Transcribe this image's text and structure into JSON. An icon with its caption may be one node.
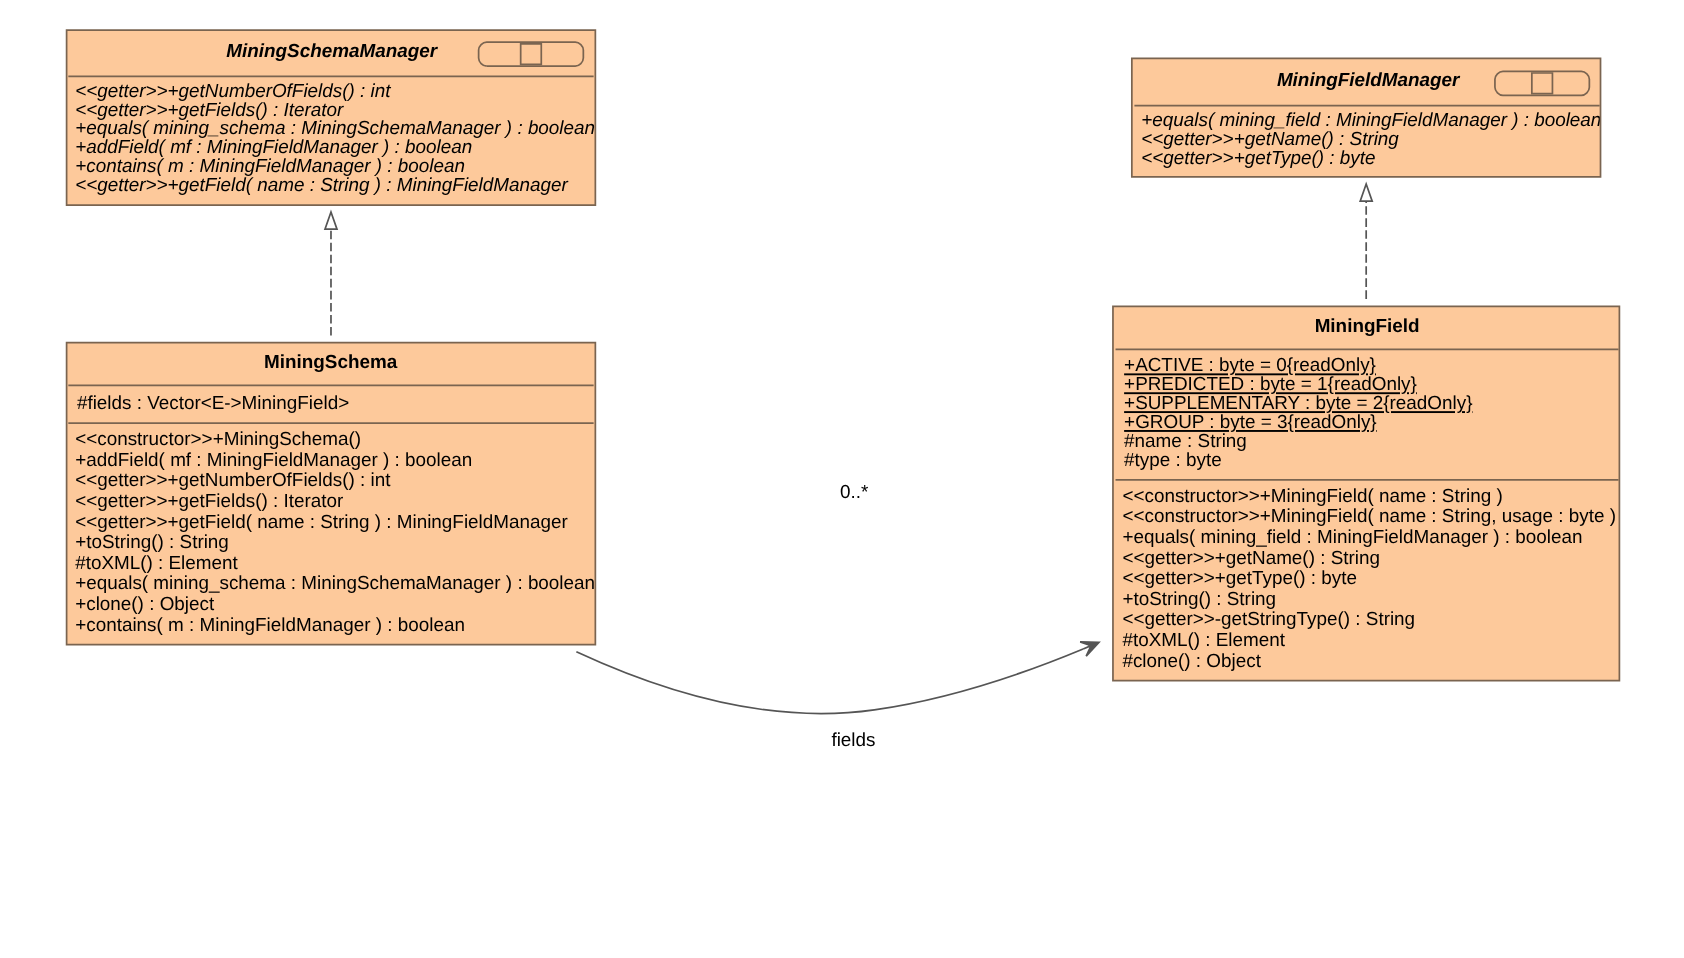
{
  "diagram": {
    "nodes": [
      {
        "text": [
          "MiningSchemaManager",
          "<<getter>>+getNumberOfFields() : int",
          "<<getter>>+getFields() : Iterator",
          "+equals( mining_schema : MiningSchemaManager ) : boolean",
          "+addField( mf : MiningFieldManager ) : boolean",
          "+contains( m : MiningFieldManager ) : boolean",
          "<<getter>>+getField( name : String ) : MiningFieldManager"
        ]
      },
      {
        "text": [
          "MiningFieldManager",
          "+equals( mining_field : MiningFieldManager ) : boolean",
          "<<getter>>+getName() : String",
          "<<getter>>+getType() : byte"
        ]
      },
      {
        "text": [
          "MiningSchema",
          "#fields : Vector<E->MiningField>",
          "<<constructor>>+MiningSchema()",
          "+addField( mf : MiningFieldManager ) : boolean",
          "<<getter>>+getNumberOfFields() : int",
          "<<getter>>+getFields() : Iterator",
          "<<getter>>+getField( name : String ) : MiningFieldManager",
          "+toString() : String",
          "#toXML() : Element",
          "+equals( mining_schema : MiningSchemaManager ) : boolean",
          "+clone() : Object",
          "+contains( m : MiningFieldManager ) : boolean"
        ]
      },
      {
        "text": [
          "MiningField",
          "+ACTIVE : byte = 0{readOnly}",
          "+PREDICTED : byte = 1{readOnly}",
          "+SUPPLEMENTARY : byte = 2{readOnly}",
          "+GROUP : byte = 3{readOnly}",
          "#name : String",
          "#type : byte",
          "<<constructor>>+MiningField( name : String )",
          "<<constructor>>+MiningField( name : String, usage : byte )",
          "+equals( mining_field : MiningFieldManager ) : boolean",
          "<<getter>>+getName() : String",
          "<<getter>>+getType() : byte",
          "+toString() : String",
          "<<getter>>-getStringType() : String",
          "#toXML() : Element",
          "#clone() : Object"
        ]
      }
    ],
    "edges": [
      {
        "from": 2,
        "to": 0,
        "arrow": "to",
        "style": "dashed"
      },
      {
        "from": 3,
        "to": 1,
        "arrow": "to",
        "style": "dashed"
      },
      {
        "from": 2,
        "to": 3,
        "arrow": "to",
        "label": "fields"
      }
    ],
    "labels": [
      "0..*"
    ]
  }
}
